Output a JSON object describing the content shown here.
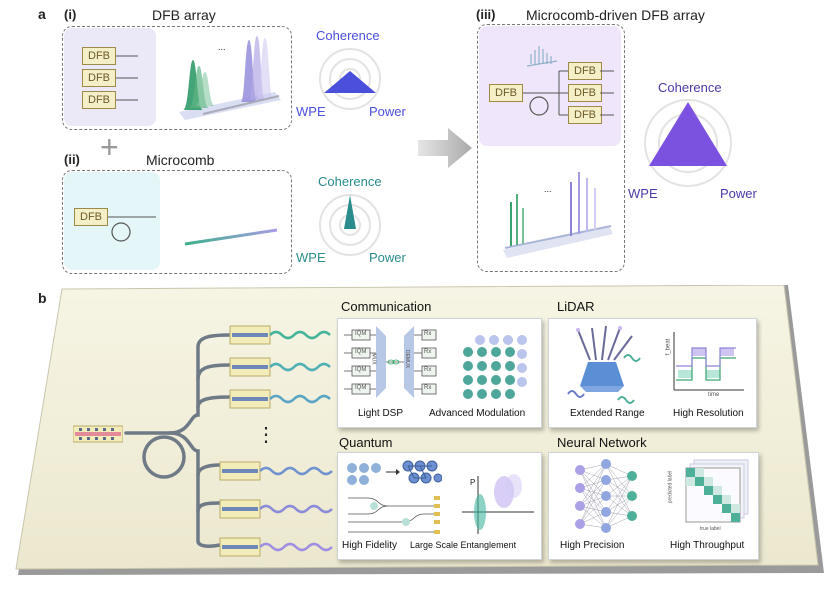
{
  "panel_a": {
    "letter": "a",
    "sub_i": {
      "label": "(i)",
      "title": "DFB array",
      "dfb_labels": [
        "DFB",
        "DFB",
        "DFB"
      ],
      "ellipsis": "...",
      "radar": {
        "coherence": "Coherence",
        "wpe": "WPE",
        "power": "Power",
        "color": "#4a4fdc"
      }
    },
    "plus": "+",
    "sub_ii": {
      "label": "(ii)",
      "title": "Microcomb",
      "dfb_label": "DFB",
      "radar": {
        "coherence": "Coherence",
        "wpe": "WPE",
        "power": "Power",
        "color": "#2a8c8c"
      }
    },
    "sub_iii": {
      "label": "(iii)",
      "title": "Microcomb-driven DFB array",
      "dfb_left": "DFB",
      "dfb_labels": [
        "DFB",
        "DFB",
        "DFB"
      ],
      "ellipsis": "...",
      "radar": {
        "coherence": "Coherence",
        "wpe": "WPE",
        "power": "Power",
        "color": "#7b52e0"
      }
    }
  },
  "panel_b": {
    "letter": "b",
    "ellipsis_dots": "⋮",
    "communication": {
      "title": "Communication",
      "iqm": [
        "IQM",
        "IQM",
        "IQM",
        "IQM"
      ],
      "rx": [
        "Rx",
        "Rx",
        "Rx",
        "Rx"
      ],
      "mux": "MUX",
      "demux": "DEMUX",
      "captions": [
        "Light DSP",
        "Advanced Modulation"
      ]
    },
    "lidar": {
      "title": "LiDAR",
      "y_axis": "f_beat",
      "x_axis": "time",
      "captions": [
        "Extended Range",
        "High Resolution"
      ]
    },
    "quantum": {
      "title": "Quantum",
      "p_label": "P",
      "captions": [
        "High Fidelity",
        "Large Scale Entanglement"
      ]
    },
    "neural": {
      "title": "Neural Network",
      "y_axis": "predicted label",
      "x_axis": "true label",
      "captions": [
        "High Precision",
        "High Throughput"
      ]
    }
  }
}
